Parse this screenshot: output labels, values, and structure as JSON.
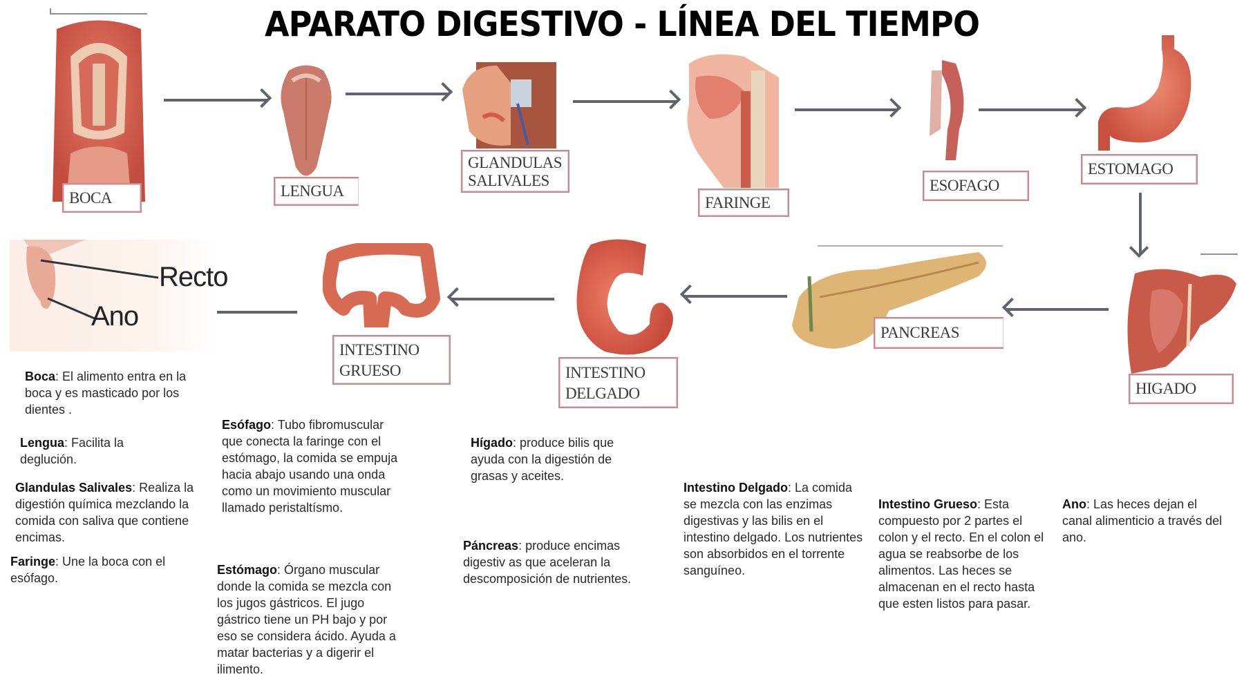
{
  "title": "APARATO DIGESTIVO - LÍNEA DEL TIEMPO",
  "organs": {
    "boca": {
      "label": "BOCA"
    },
    "lengua": {
      "label": "LENGUA"
    },
    "glandulas": {
      "label_line1": "GLANDULAS",
      "label_line2": "SALIVALES"
    },
    "faringe": {
      "label": "FARINGE"
    },
    "esofago": {
      "label": "ESOFAGO"
    },
    "estomago": {
      "label": "ESTOMAGO"
    },
    "higado": {
      "label": "HIGADO"
    },
    "pancreas": {
      "label": "PANCREAS"
    },
    "intestino_delgado": {
      "label_line1": "INTESTINO",
      "label_line2": "DELGADO"
    },
    "intestino_grueso": {
      "label_line1": "INTESTINO",
      "label_line2": "GRUESO"
    },
    "recto_ano": {
      "recto": "Recto",
      "ano": "Ano"
    }
  },
  "flow": [
    "Boca",
    "Lengua",
    "Glandulas Salivales",
    "Faringe",
    "Esofago",
    "Estomago",
    "Higado",
    "Pancreas",
    "Intestino Delgado",
    "Intestino Grueso",
    "Recto / Ano"
  ],
  "descriptions": {
    "boca": {
      "term": "Boca",
      "text": ":  El alimento entra en la boca y es  masticado por los dientes ."
    },
    "lengua": {
      "term": "Lengua",
      "text": ": Facilita la deglución."
    },
    "glandulas": {
      "term": "Glandulas Salivales",
      "text": ": Realiza la digestión química mezclando la comida con saliva que contiene encimas."
    },
    "faringe": {
      "term": "Faringe",
      "text": ": Une la boca con el esófago."
    },
    "esofago": {
      "term": "Esófago",
      "text": ": Tubo fibromuscular que conecta la faringe con el estómago,  la comida se empuja hacia abajo usando una onda como un movimiento muscular llamado peristaltísmo."
    },
    "estomago": {
      "term": "Estómago",
      "text": ": Órgano muscular donde la comida se mezcla con los jugos gástricos. El jugo gástrico tiene un PH bajo y por eso se considera ácido. Ayuda a matar bacterias y a digerir el ilimento."
    },
    "higado": {
      "term": "Hígado",
      "text": ": produce bilis que ayuda con la digestión de grasas y aceites."
    },
    "pancreas": {
      "term": "Páncreas",
      "text": ": produce encimas digestiv as que aceleran la descomposición de nutrientes."
    },
    "intestino_delgado": {
      "term": "Intestino Delgado",
      "text": ": La comida se mezcla con las enzimas digestivas y las bilis en el intestino delgado. Los nutrientes son absorbidos en el torrente sanguíneo."
    },
    "intestino_grueso": {
      "term": "Intestino Grueso",
      "text": ": Esta compuesto por 2 partes el colon y el recto. En el colon el agua se reabsorbe de los alimentos. Las heces se almacenan en el recto hasta que esten listos para pasar."
    },
    "ano": {
      "term": "Ano",
      "text": ": Las heces dejan el canal alimenticio a través del ano."
    }
  },
  "colors": {
    "arrow": "#5f636c",
    "label_border": "#c98a8f",
    "organ_red": "#d9574a"
  }
}
